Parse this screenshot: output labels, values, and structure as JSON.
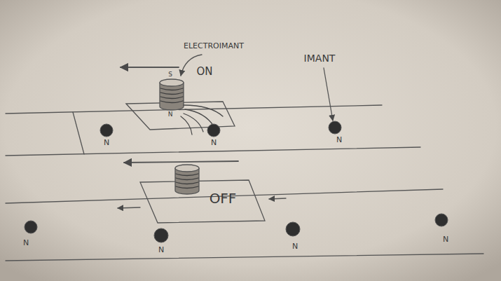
{
  "diagram": {
    "labels": [
      "ELECTROIMANT",
      "S",
      "ON",
      "IMANT",
      "N",
      "N",
      "N",
      "N",
      "OFF",
      "N",
      "N",
      "N",
      "N"
    ]
  }
}
